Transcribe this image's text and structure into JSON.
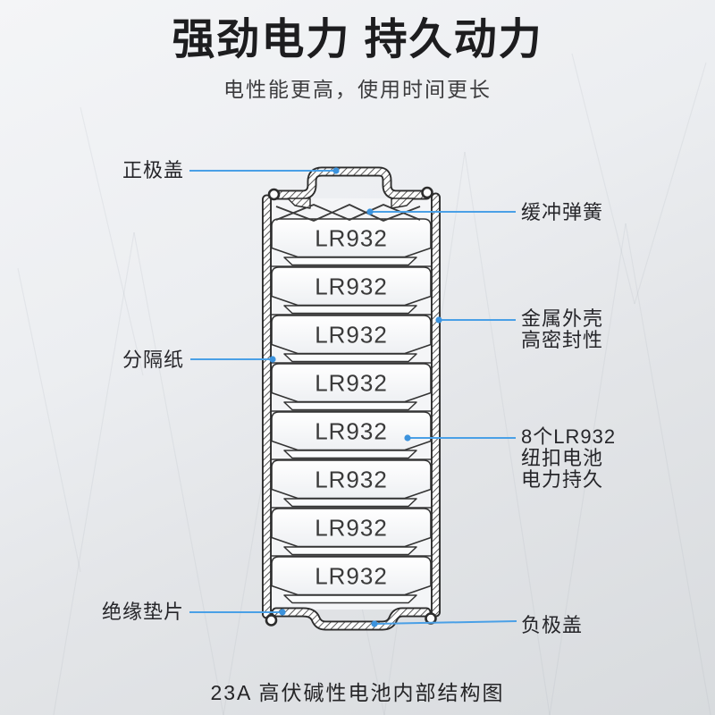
{
  "header": {
    "title": "强劲电力 持久动力",
    "subtitle": "电性能更高，使用时间更长"
  },
  "diagram": {
    "cell_label": "LR932",
    "cell_count": 8,
    "callouts": {
      "positive_cap": "正极盖",
      "buffer_spring": "缓冲弹簧",
      "metal_shell_line1": "金属外壳",
      "metal_shell_line2": "高密封性",
      "cells_line1": "8个LR932",
      "cells_line2": "纽扣电池",
      "cells_line3": "电力持久",
      "separator_paper": "分隔纸",
      "insulation_gasket": "绝缘垫片",
      "negative_cap": "负极盖"
    },
    "colors": {
      "leader_line": "#4aa0e6",
      "leader_dot": "#3c93dd",
      "outline": "#2c2c2c"
    }
  },
  "caption": "23A 高伏碱性电池内部结构图"
}
